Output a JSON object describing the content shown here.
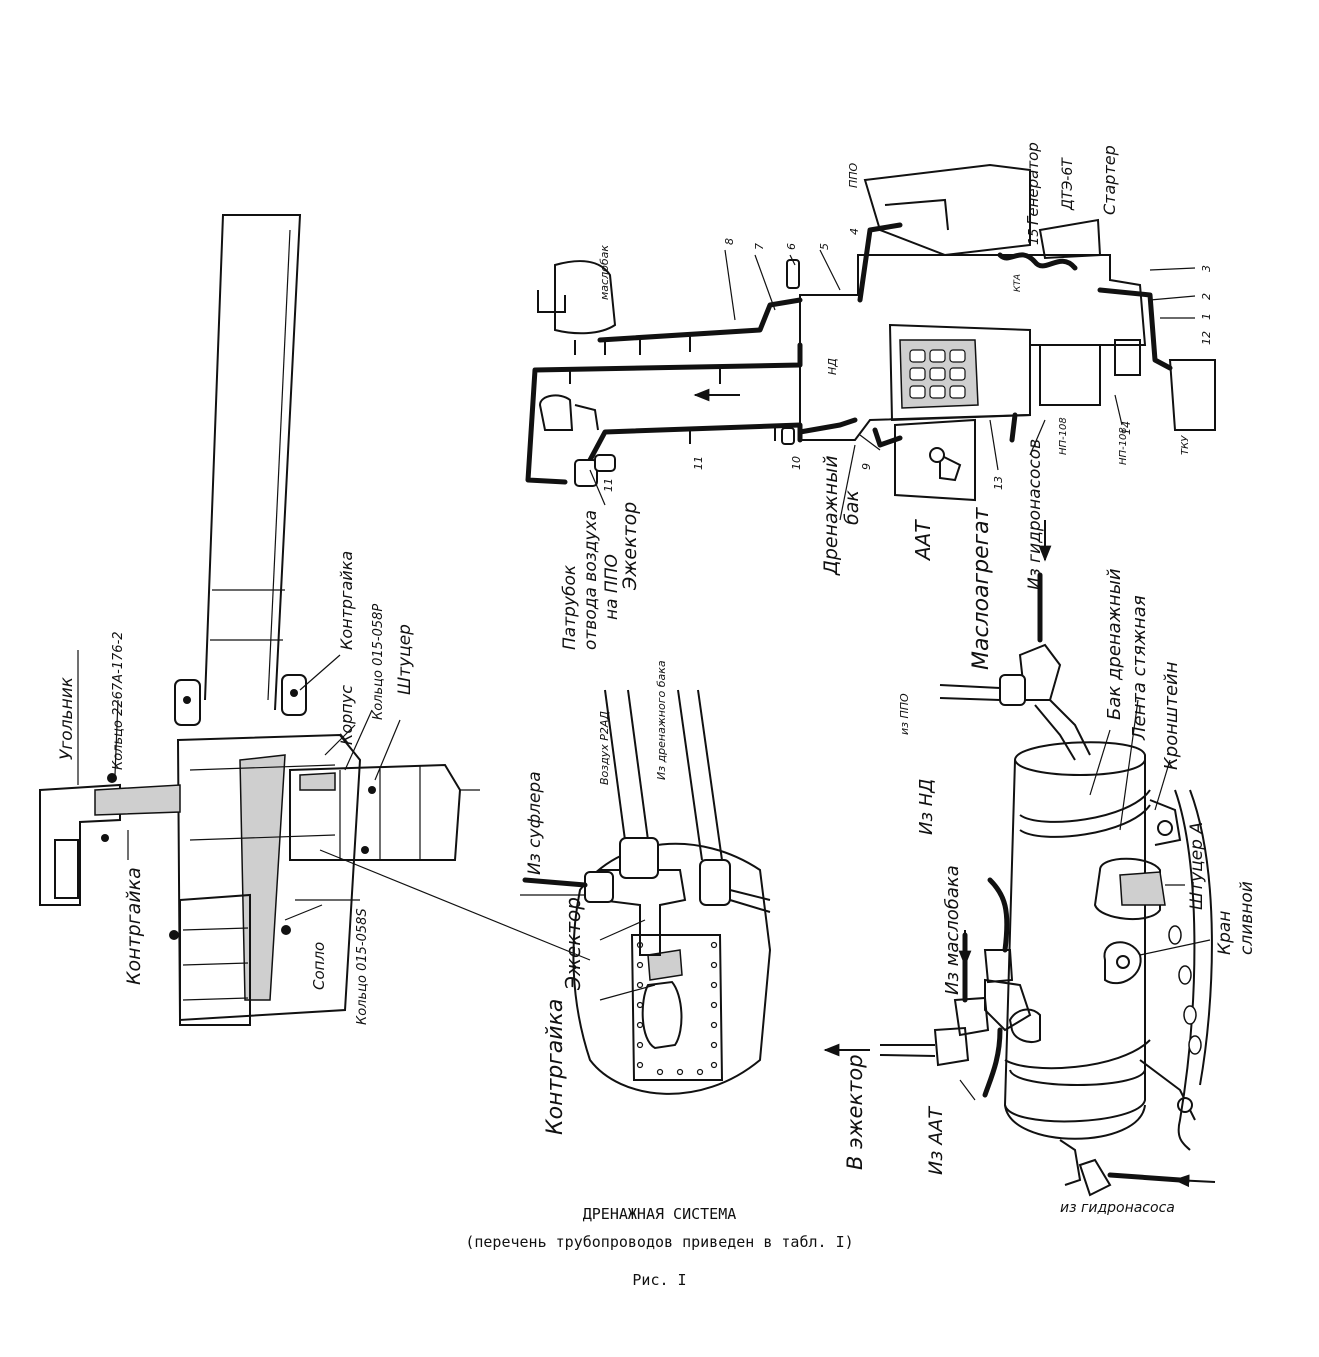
{
  "caption": {
    "title": "ДРЕНАЖНАЯ СИСТЕМА",
    "subtitle": "(перечень трубопроводов приведен в табл. I)",
    "figure": "Рис. I"
  },
  "left_detail": {
    "ugolnik": "Угольник",
    "kolco_2267": "Кольцо 2267А-176-2",
    "kontrgaika_left": "Контргайка",
    "korpus": "Корпус",
    "kontrgaika_top": "Контргайка",
    "kolco_015_058p": "Кольцо 015-058Р",
    "shtucer": "Штуцер",
    "soplo": "Сопло",
    "kolco_015_058s": "Кольцо 015-058S"
  },
  "middle_detail": {
    "iz_suflera": "Из суфлера",
    "vozduh": "Воздух Р2АД",
    "iz_drenazhnogo": "Из дренажного бака",
    "ezhektor": "Эжектор",
    "kontrgaika": "Контргайка"
  },
  "top_scheme": {
    "maslobak": "маслобак",
    "ppo": "ППО",
    "generator": "Генератор",
    "n15": "15",
    "dtz": "ДТЭ-6Т",
    "starter": "Стартер",
    "kta": "КТА",
    "nd": "НД",
    "np108a": "НП-108",
    "np108b": "НП-108",
    "tku": "ТКУ",
    "drenazhny_bak": "Дренажный бак",
    "aad": "ААТ",
    "masloagregat": "Маслоагрегат",
    "iz_gidronasosov": "Из гидронасосов",
    "patrubok": "Патрубок отвода воздуха на ППО",
    "ezhektor": "Эжектор",
    "numbers": [
      "1",
      "2",
      "3",
      "4",
      "5",
      "6",
      "7",
      "8",
      "9",
      "10",
      "11",
      "11",
      "12",
      "13",
      "14"
    ]
  },
  "bottom_tank": {
    "bak_drenazhny": "Бак дренажный",
    "lenta": "Лента стяжная",
    "kronshtein": "Кронштейн",
    "shtucer_a": "Штуцер А",
    "kran": "Кран сливной",
    "iz_ppo": "из ППО",
    "iz_nd": "Из НД",
    "iz_maslobaka": "Из маслобака",
    "v_ezhektor": "В эжектор",
    "iz_aat": "Из ААТ",
    "iz_gidronasosa": "из гидронасоса"
  }
}
